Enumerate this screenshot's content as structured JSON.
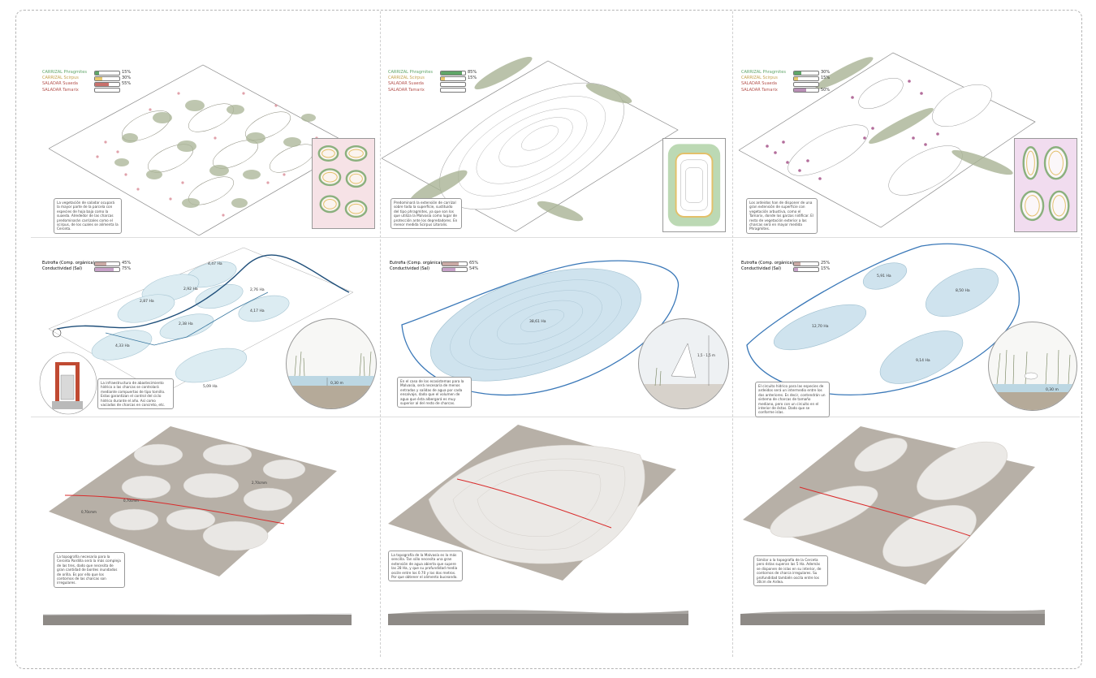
{
  "panels": [
    {
      "vegetation_legend": [
        {
          "label": "CARRIZAL Phragmites",
          "value": "15%",
          "fraction": 0.15,
          "color": "#5fa568"
        },
        {
          "label": "CARRIZAL Scirpus",
          "value": "30%",
          "fraction": 0.3,
          "color": "#e7c86e"
        },
        {
          "label": "SALADAR Suaeda",
          "value": "55%",
          "fraction": 0.55,
          "color": "#c9716c"
        },
        {
          "label": "SALADAR Tamarix",
          "value": "",
          "fraction": 0,
          "color": "#b98fb6"
        }
      ],
      "vegetation_note": "La vegetación de saladar ocupará la mayor parte de la parcela con especies de hoja baja como la suaeda. Alrededor de las charcas predominarán carrizales como el scirpus, de los cuales se alimenta la Cerceta.",
      "water_legend": [
        {
          "label": "Eutrofia (Comp. orgánica)",
          "value": "45%",
          "fraction": 0.45,
          "color": "#c9a9a4"
        },
        {
          "label": "Conductividad (Sal)",
          "value": "75%",
          "fraction": 0.75,
          "color": "#c6a1c8"
        }
      ],
      "areas": [
        "4,47 Ha",
        "2,92 Ha",
        "2,76 Ha",
        "2,87 Ha",
        "4,17 Ha",
        "2,38 Ha",
        "4,33 Ha",
        "5,09 Ha"
      ],
      "depth": "0,30 m",
      "water_note": "La infraestructura de abastecimiento hídrico a las charcas se controlará mediante compuertas de tipo tornillo. Estas garantizan el control del ciclo hídrico durante el año. Así como vaciados de charcas en concreto, etc.",
      "topo_labels": [
        "0,70cmm",
        "2,70cmm",
        "0,70cmm"
      ],
      "topo_note": "La topografía necesaria para la Cerceta Pardilla será la más compleja de las tres, dado que necesita de gran cantidad de bordes inundados de orilla. Es por ello que los contornos de las charcas son irregulares."
    },
    {
      "vegetation_legend": [
        {
          "label": "CARRIZAL Phragmites",
          "value": "85%",
          "fraction": 0.85,
          "color": "#5fa568"
        },
        {
          "label": "CARRIZAL Scirpus",
          "value": "15%",
          "fraction": 0.15,
          "color": "#e7c86e"
        },
        {
          "label": "SALADAR Suaeda",
          "value": "",
          "fraction": 0,
          "color": "#c9716c"
        },
        {
          "label": "SALADAR Tamarix",
          "value": "",
          "fraction": 0,
          "color": "#b98fb6"
        }
      ],
      "vegetation_note": "Predominará la extensión de carrizal sobre toda la superficie, sustituido del tipo phragmites, ya que son los que utiliza la Malvasía como lugar de protección ante los depredadores. En menor medida Scirpus Litoralis.",
      "water_legend": [
        {
          "label": "Eutrofia (Comp. orgánica)",
          "value": "65%",
          "fraction": 0.65,
          "color": "#c9a9a4"
        },
        {
          "label": "Conductividad (Sal)",
          "value": "54%",
          "fraction": 0.54,
          "color": "#c6a1c8"
        }
      ],
      "areas": [
        "38,61 Ha"
      ],
      "depth": "1,5 - 1,5 m",
      "water_note": "En el caso de los ecosistemas para la Malvasía, será necesaria de menos entradas y salidas de agua por cada ensalvaje, dado que el volumen de agua que ésta albergará es muy superior al del resto de charcas.",
      "topo_labels": [],
      "topo_note": "La topografía de la Malvasía es la más sencilla. Tan sólo necesita una gran extensión de agua abierta que supere las 28 Ha, y que su profundidad media oscile entre los 0.70 y los dos metros. Por que obtener el alimento buceando."
    },
    {
      "vegetation_legend": [
        {
          "label": "CARRIZAL Phragmites",
          "value": "30%",
          "fraction": 0.3,
          "color": "#5fa568"
        },
        {
          "label": "CARRIZAL Scirpus",
          "value": "15%",
          "fraction": 0.15,
          "color": "#e7c86e"
        },
        {
          "label": "SALADAR Suaeda",
          "value": "",
          "fraction": 0,
          "color": "#c9716c"
        },
        {
          "label": "SALADAR Tamarix",
          "value": "50%",
          "fraction": 0.5,
          "color": "#b98fb6"
        }
      ],
      "vegetation_note": "Los ardeidos han de disponer de una gran extensión de superficie con vegetación arbustiva, como el Tamarix, donde los garzas nidificar. El resto de vegetación exterior a las charcas será en mayor medida Phragmites.",
      "water_legend": [
        {
          "label": "Eutrofia (Comp. orgánica)",
          "value": "25%",
          "fraction": 0.25,
          "color": "#c9a9a4"
        },
        {
          "label": "Conductividad (Sal)",
          "value": "15%",
          "fraction": 0.15,
          "color": "#c6a1c8"
        }
      ],
      "areas": [
        "5,91 Ha",
        "8,50 Ha",
        "12,70 Ha",
        "9,14 Ha"
      ],
      "depth": "0,30 m",
      "water_note": "El circuito hídrico para las especies de ardeidos será un intermedio entre los dos anteriores. Es decir, contendrán un sistema de charcas de tamaño mediano, pero con un circuito en el interior de éstas. Dado que se conforme islas.",
      "topo_labels": [],
      "topo_note": "Similar a la topografía de la Cerceta pero éstas superan las 5 Ha. Además se disponen de islas en su interior, de contornos de charca irregulares. Su profundidad también oscila entre los 30cm de Ardea."
    }
  ]
}
